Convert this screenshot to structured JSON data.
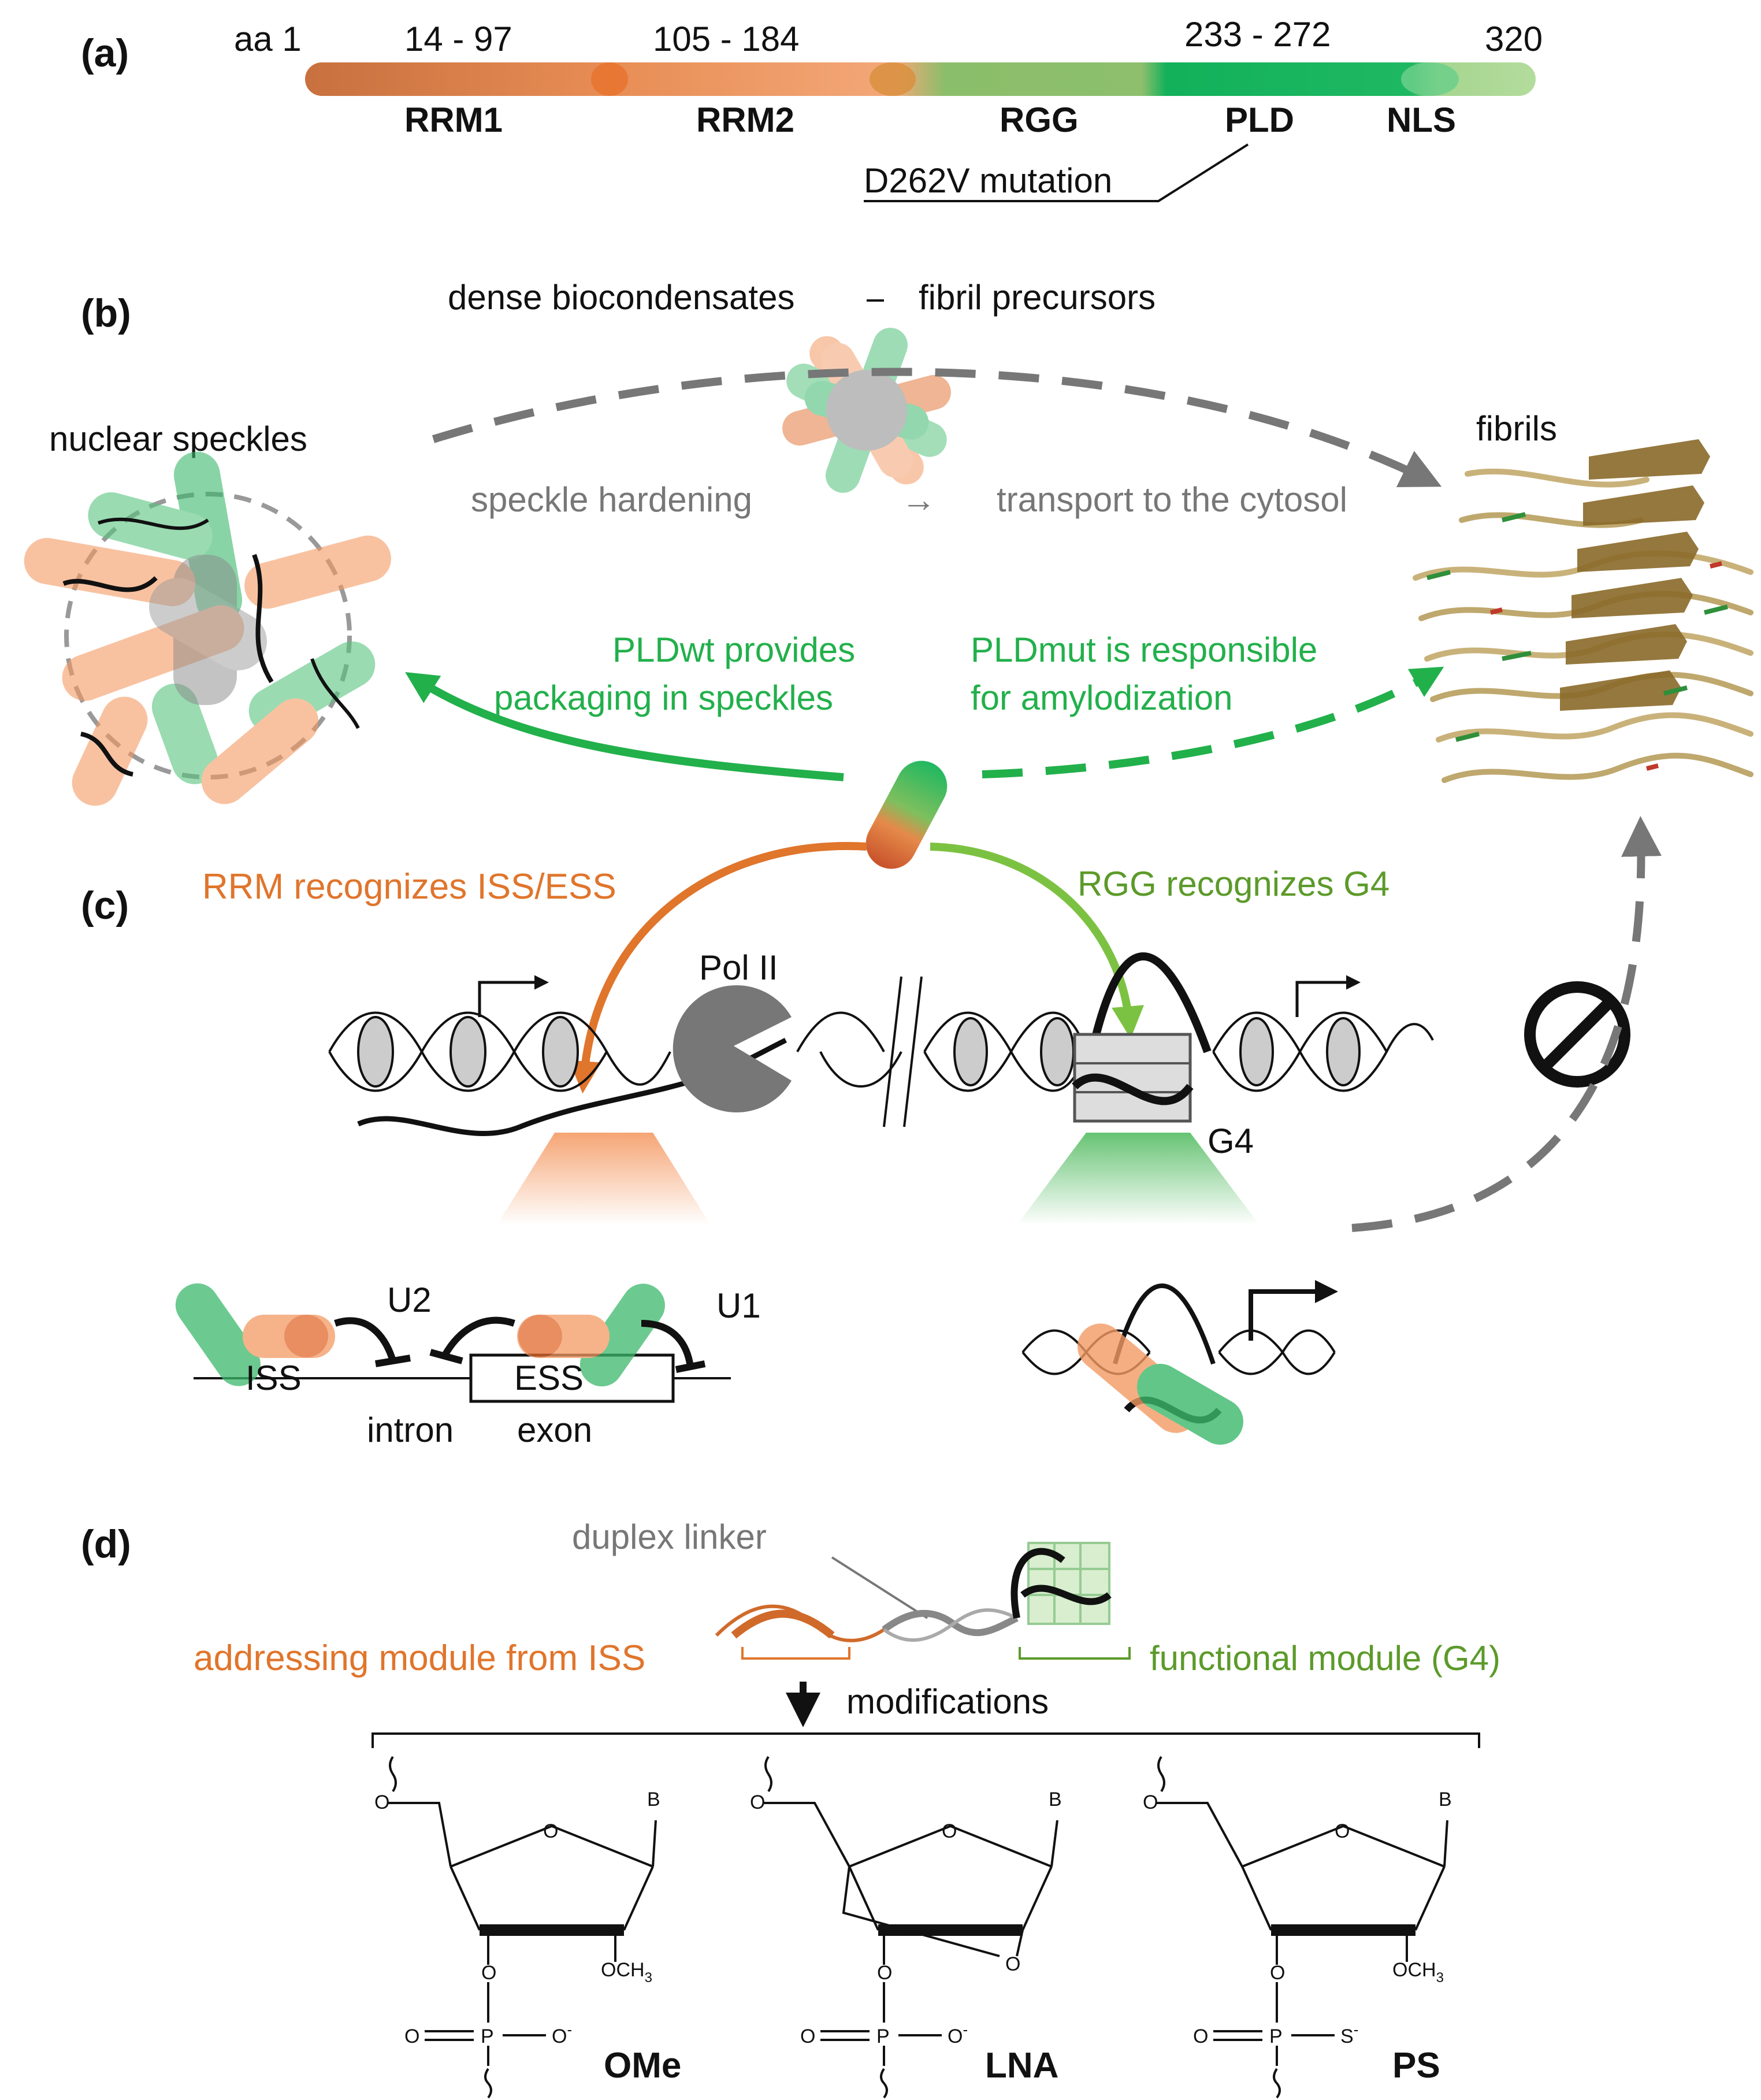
{
  "panel_a": {
    "label": "(a)",
    "aa_start": "aa 1",
    "aa_end": "320",
    "ranges": [
      "14 - 97",
      "105 - 184",
      "233 - 272"
    ],
    "domains": [
      "RRM1",
      "RRM2",
      "RGG",
      "PLD",
      "NLS"
    ],
    "mutation": "D262V mutation"
  },
  "panel_b": {
    "label": "(b)",
    "condensate_left": "dense biocondensates",
    "condensate_right": "fibril precursors",
    "speckles": "nuclear speckles",
    "fibrils": "fibrils",
    "hardening": "speckle hardening",
    "arrow_glyph": "→",
    "transport": "transport to the cytosol",
    "wt_line1": "PLDwt provides",
    "wt_line2": "packaging in speckles",
    "mut_line1": "PLDmut is responsible",
    "mut_line2": "for amylodization"
  },
  "panel_c": {
    "label": "(c)",
    "rrm": "RRM recognizes ISS/ESS",
    "rgg": "RGG recognizes G4",
    "pol": "Pol II",
    "g4": "G4",
    "u2": "U2",
    "u1": "U1",
    "iss": "ISS",
    "iss_dash": "—",
    "ess": "ESS",
    "intron": "intron",
    "exon": "exon"
  },
  "panel_d": {
    "label": "(d)",
    "linker": "duplex linker",
    "addressing": "addressing module from ISS",
    "functional": "functional module (G4)",
    "modifications": "modifications",
    "base": "B",
    "ring_o": "O",
    "och3": "OCH",
    "och3_sub": "3",
    "phos_o": "O",
    "phos_p": "P",
    "phos_om": "O",
    "phos_sm": "S",
    "minus": "-",
    "names": [
      "OMe",
      "LNA",
      "PS"
    ]
  },
  "colors": {
    "orange_dark": "#c8693a",
    "orange": "#f0a676",
    "green_light": "#8dc06d",
    "green": "#12b15a",
    "green_pale": "#a6d68f",
    "accent_green": "#22b04b",
    "accent_orange": "#e0752c",
    "grey": "#777777"
  }
}
